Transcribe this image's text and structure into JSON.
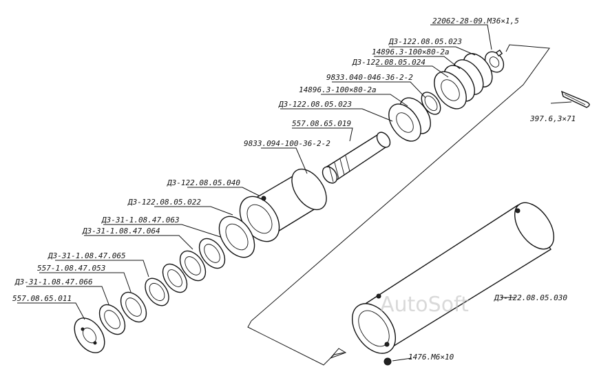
{
  "watermark": "AutoSoft",
  "labels": {
    "l01": "22062-28-09.М36×1,5",
    "l02": "Д3-122.08.05.023",
    "l03": "14896.3-100×80-2а",
    "l04": "Д3-122.08.05.024",
    "l05": "9833.040-046-36-2-2",
    "l06": "14896.3-100×80-2а",
    "l07": "Д3-122.08.05.023",
    "l08": "557.08.65.019",
    "l09": "9833.094-100-36-2-2",
    "l10": "Д3-122.08.05.040",
    "l11": "Д3-122.08.05.022",
    "l12": "Д3-31-1.08.47.063",
    "l13": "Д3-31-1.08.47.064",
    "l14": "Д3-31-1.08.47.065",
    "l15": "557-1.08.47.053",
    "l16": "Д3-31-1.08.47.066",
    "l17": "557.08.65.011",
    "l18": "397.6,3×71",
    "l19": "Д3-122.08.05.030",
    "l20": "1476.М6×10"
  }
}
